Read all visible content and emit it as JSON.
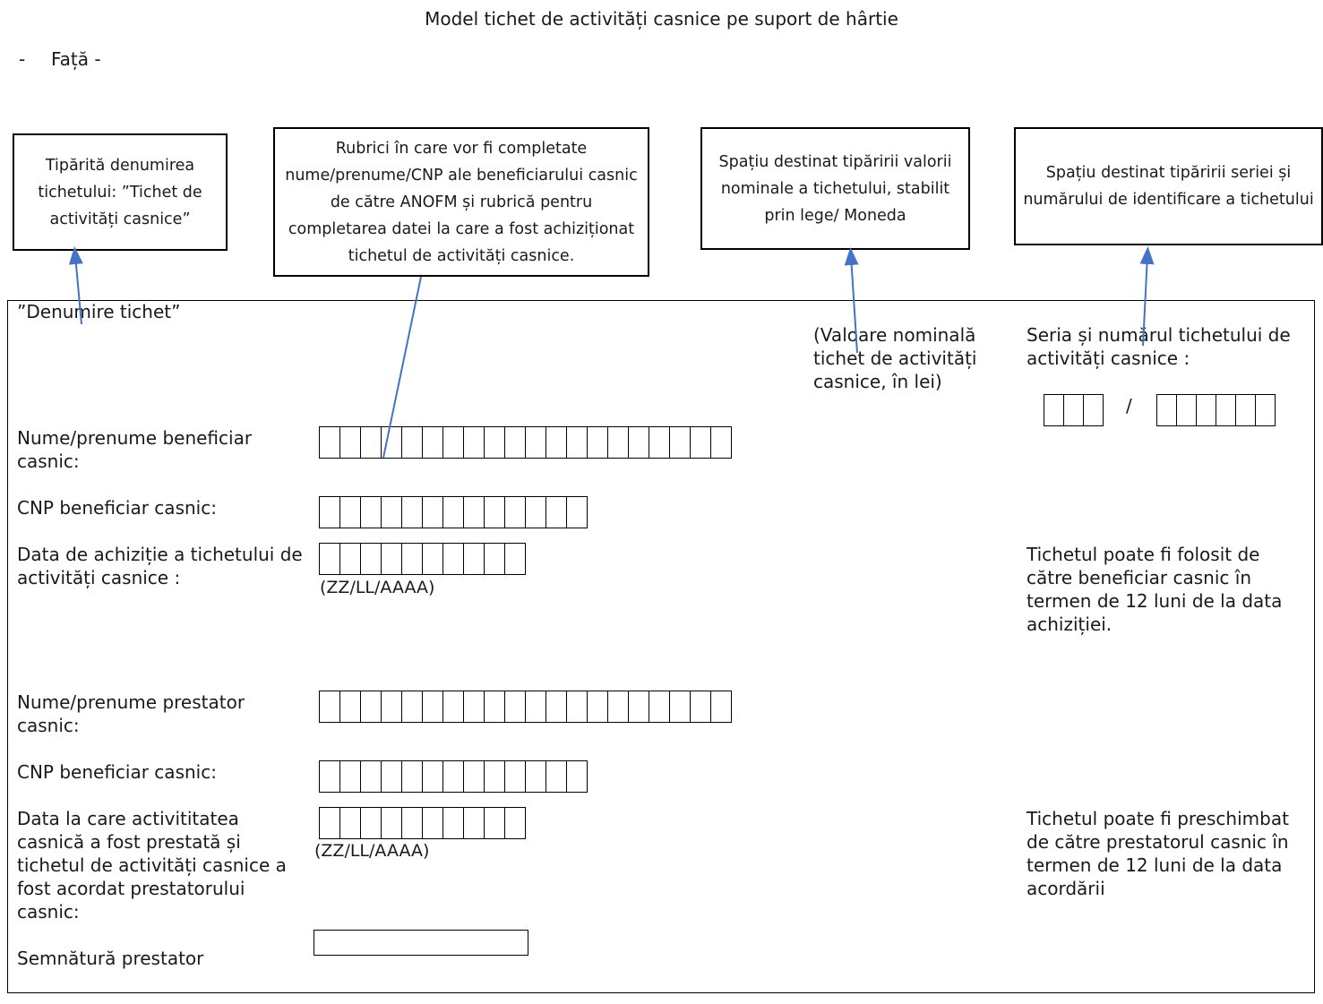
{
  "page": {
    "title": "Model tichet de activități casnice pe suport de hârtie",
    "side": "Față -",
    "side_dash": "-"
  },
  "callouts": {
    "name": "Tipărită denumirea tichetului: ”Tichet de activități casnice”",
    "fields": "Rubrici în care vor fi completate nume/prenume/CNP ale beneficiarului casnic de către ANOFM și rubrică pentru completarea datei la care a fost achiziționat tichetul de activități casnice.",
    "value": "Spațiu destinat tipăririi valorii nominale a tichetului, stabilit prin lege/ Moneda",
    "serial": "Spațiu destinat tipăririi seriei și numărului de identificare a tichetului"
  },
  "ticket": {
    "name": "”Denumire tichet”",
    "nominal_value": "(Valoare nominală tichet de activități casnice, în lei)",
    "serial_label": "Seria și numărul tichetului de activități casnice :",
    "serial_separator": "/",
    "beneficiary_name_label": "Nume/prenume beneficiar casnic:",
    "beneficiary_cnp_label": "CNP beneficiar casnic:",
    "purchase_date_label": "Data de achiziție a tichetului de activități casnice :",
    "date_format_1": "(ZZ/LL/AAAA)",
    "validity_note": "Tichetul poate fi folosit de către beneficiar casnic în termen de 12 luni de la data achiziției.",
    "provider_name_label": "Nume/prenume prestator casnic:",
    "provider_cnp_label": "CNP beneficiar casnic:",
    "service_date_label": "Data la care activititatea casnică a fost prestată și tichetul de activități casnice a fost acordat prestatorului casnic:",
    "date_format_2": "(ZZ/LL/AAAA)",
    "exchange_note": "Tichetul poate fi preschimbat de către prestatorul casnic în termen de 12 luni de la data acordării",
    "signature_label": "Semnătură prestator"
  },
  "colors": {
    "arrow": "#4472c4",
    "border": "#000000"
  }
}
